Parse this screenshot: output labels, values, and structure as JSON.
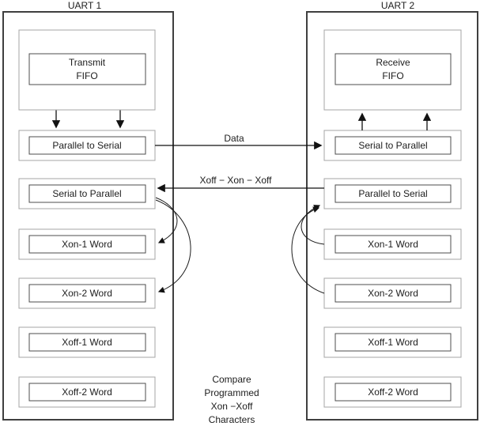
{
  "colors": {
    "background": "#ffffff",
    "outer_border": "#3f3f3f",
    "container_border": "#a5a5a5",
    "inner_border": "#4c4c4c",
    "arrow": "#121212",
    "text": "#1d1d1d"
  },
  "uart1": {
    "title": "UART 1",
    "fifo_line1": "Transmit",
    "fifo_line2": "FIFO",
    "row1": "Parallel to Serial",
    "row2": "Serial to Parallel",
    "xon1": "Xon-1 Word",
    "xon2": "Xon-2 Word",
    "xoff1": "Xoff-1 Word",
    "xoff2": "Xoff-2 Word"
  },
  "uart2": {
    "title": "UART 2",
    "fifo_line1": "Receive",
    "fifo_line2": "FIFO",
    "row1": "Serial to Parallel",
    "row2": "Parallel to Serial",
    "xon1": "Xon-1 Word",
    "xon2": "Xon-2 Word",
    "xoff1": "Xoff-1 Word",
    "xoff2": "Xoff-2 Word"
  },
  "arrows": {
    "data_label": "Data",
    "flow_label": "Xoff − Xon − Xoff"
  },
  "note": {
    "line1": "Compare",
    "line2": "Programmed",
    "line3": "Xon −Xoff",
    "line4": "Characters"
  }
}
